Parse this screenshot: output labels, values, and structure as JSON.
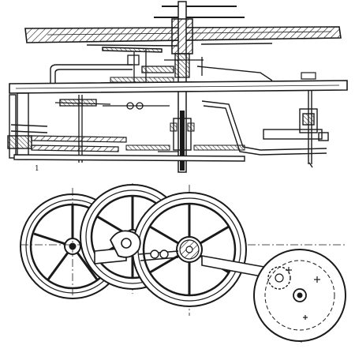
{
  "figure": {
    "section_view": {
      "mark": "1"
    },
    "plan_view": {
      "wheels": [
        {
          "id": "wheel-left",
          "spokes": 5
        },
        {
          "id": "wheel-middle",
          "spokes": 6
        },
        {
          "id": "wheel-right",
          "spokes": 6
        },
        {
          "id": "wheel-far-right",
          "spokes": 0
        }
      ]
    }
  },
  "colors": {
    "ink": "#1a1a1a",
    "paper": "#ffffff"
  }
}
